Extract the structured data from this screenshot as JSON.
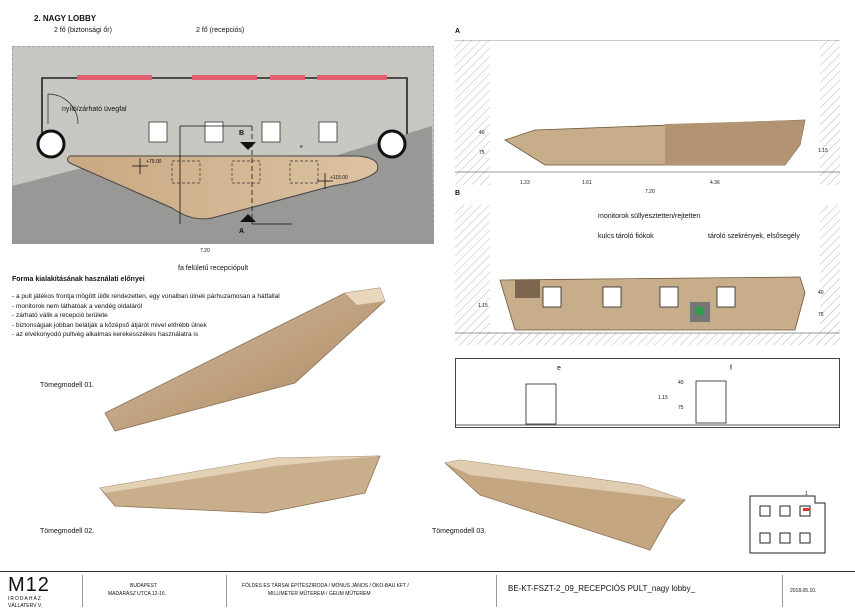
{
  "section_title": "2. NAGY LOBBY",
  "plan": {
    "label_security": "2 fő (biztonsági őr)",
    "label_reception": "2 fő (recepciós)",
    "label_glass_wall": "nyíló/zárható üvegfal",
    "marker_b": "B",
    "marker_a": "A",
    "marker_e": "e",
    "level_1": "+75.00",
    "level_2": "+115.00",
    "dim_total": "7.20",
    "label_desk": "fa felületű recepciópult"
  },
  "benefits": {
    "title": "Forma kialakításának használati előnyei",
    "items": [
      "- a pult játékos frontja mögött ülők rendezetten, egy vonalban ülnek párhuzamosan a hátfallal",
      "- monitorok nem láthatóak a vendég oldaláról",
      "- zárható válik a recepció területe",
      "- biztonságiak jobban belátják a középső átjárót mivel előrébb ülnek",
      "- az elvékonyodó pultvég alkalmas kerekesszékes használatra is"
    ]
  },
  "models": [
    {
      "label": "Tömegmodell 01."
    },
    {
      "label": "Tömegmodell 02."
    },
    {
      "label": "Tömegmodell 03."
    }
  ],
  "section_a": {
    "title": "A",
    "dims": [
      "1.23",
      "1.61",
      "4.36"
    ],
    "total": "7.20",
    "heights": [
      "40",
      "75",
      "1.15"
    ]
  },
  "section_b": {
    "title": "B",
    "label_monitors": "monitorok süllyesztetten/rejtetten",
    "label_drawers": "kulcs tároló fiókok",
    "label_cabinets": "tároló szekrények, elsősegély",
    "heights": [
      "1.15",
      "40",
      "75"
    ]
  },
  "section_ef": {
    "label_e": "e",
    "label_f": "f",
    "heights": [
      "1.15",
      "40",
      "75"
    ]
  },
  "footer": {
    "logo_main": "M12",
    "logo_sub1": "IRODAHÁZ",
    "logo_sub2": "VÁLLATERV V.",
    "address_city": "BUDAPEST",
    "address_street": "MADARÁSZ UTCA 12-16.",
    "office_line1": "FÖLDES ÉS TÁRSAI ÉPÍTÉSZIRODA / MÓNUS JÁNOS / ÖKO-BAU KFT /",
    "office_line2": "MILLIMÉTER MŰTEREM / GEUM MŰTEREM",
    "sheet_title": "BE-KT-FSZT-2_09_RECEPCIÓS PULT_nagy lobby_",
    "date": "2018.05.10.",
    "keymap_marker": "1"
  }
}
